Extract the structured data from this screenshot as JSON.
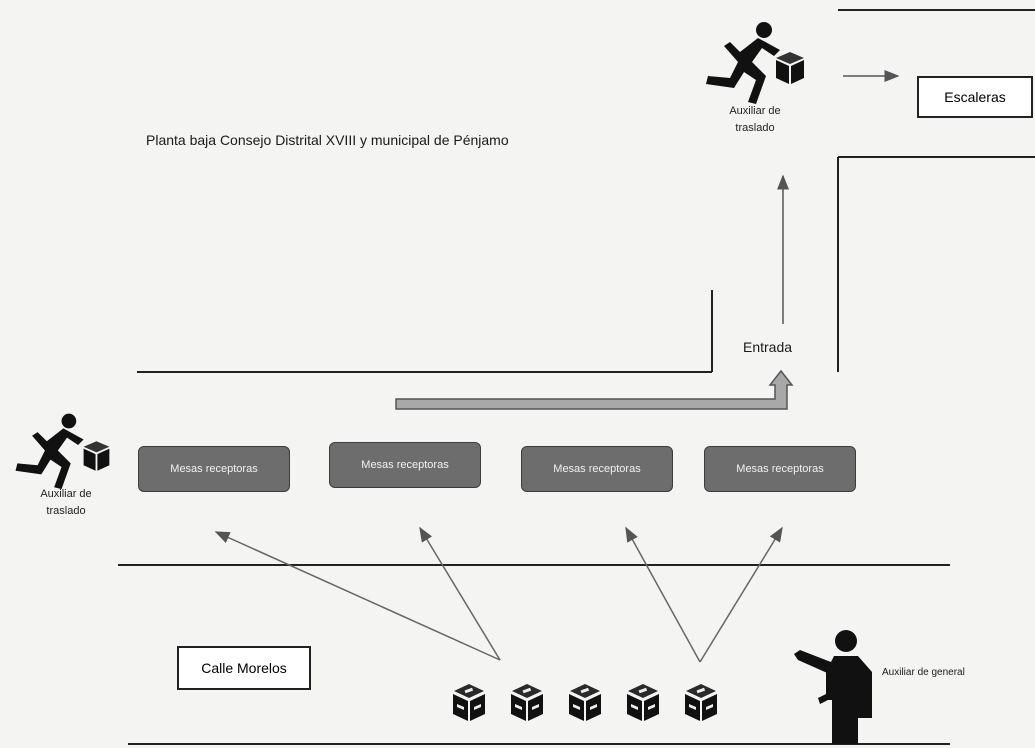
{
  "title": "Planta baja Consejo Distrital XVIII y municipal de Pénjamo",
  "entrada": "Entrada",
  "escaleras": "Escaleras",
  "calle": "Calle Morelos",
  "auxiliar_traslado": [
    "Auxiliar de",
    "traslado"
  ],
  "auxiliar_general": "Auxiliar de general",
  "mesas": [
    "Mesas receptoras",
    "Mesas receptoras",
    "Mesas receptoras",
    "Mesas receptoras"
  ],
  "icons": {
    "runner": "runner-with-box-icon",
    "ballot_box": "ballot-box-icon",
    "person": "person-pointing-icon"
  },
  "ballot_box_count": 5,
  "colors": {
    "mesa_fill": "#6d6d6d",
    "arrow_gray": "#9a9a9a",
    "line": "#222222"
  }
}
